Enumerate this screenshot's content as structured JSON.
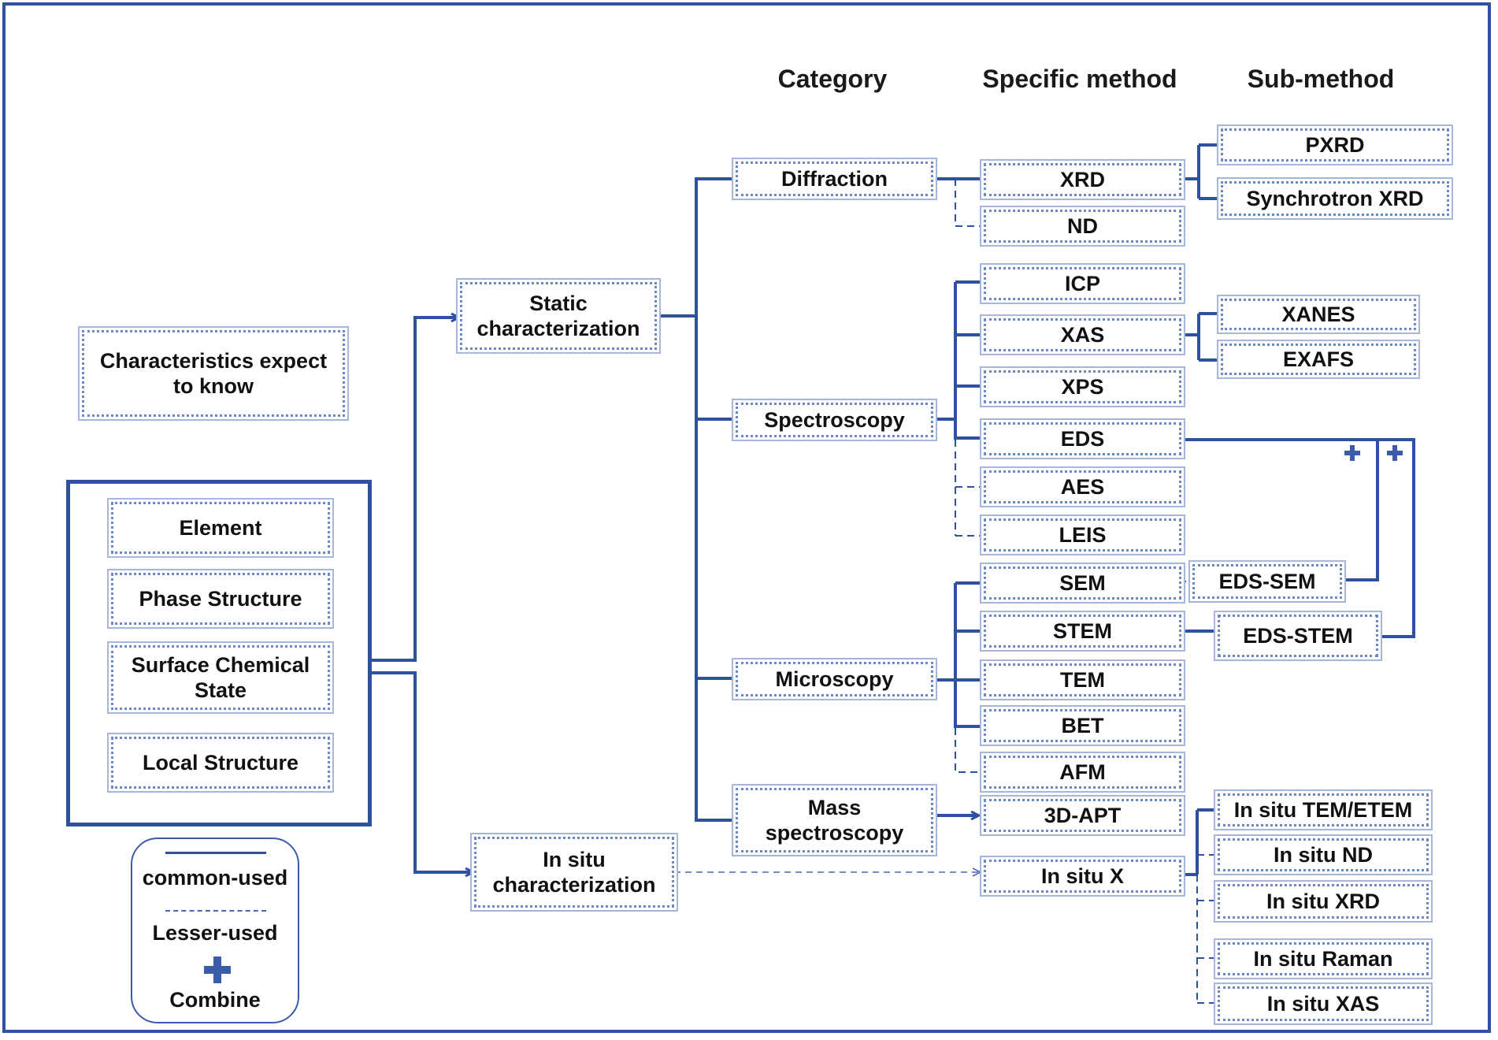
{
  "headers": {
    "category": "Category",
    "specific": "Specific method",
    "sub": "Sub-method"
  },
  "root": {
    "title": "Characteristics expect to know",
    "items": [
      "Element",
      "Phase Structure",
      "Surface Chemical State",
      "Local Structure"
    ]
  },
  "branches": {
    "static": "Static characterization",
    "insitu": "In situ characterization"
  },
  "categories": [
    "Diffraction",
    "Spectroscopy",
    "Microscopy",
    "Mass spectroscopy"
  ],
  "methods": {
    "diffraction": [
      "XRD",
      "ND"
    ],
    "spectroscopy": [
      "ICP",
      "XAS",
      "XPS",
      "EDS",
      "AES",
      "LEIS"
    ],
    "microscopy": [
      "SEM",
      "STEM",
      "TEM",
      "BET",
      "AFM"
    ],
    "mass": [
      "3D-APT"
    ],
    "insitu": [
      "In situ X"
    ]
  },
  "submethods": {
    "xrd": [
      "PXRD",
      "Synchrotron XRD"
    ],
    "xas": [
      "XANES",
      "EXAFS"
    ],
    "combined": [
      "EDS-SEM",
      "EDS-STEM"
    ],
    "insitu": [
      "In situ TEM/ETEM",
      "In situ ND",
      "In situ XRD",
      "In situ Raman",
      "In situ XAS"
    ]
  },
  "legend": {
    "common": "common-used",
    "lesser": "Lesser-used",
    "combine": "Combine"
  },
  "colors": {
    "line": "#2f52a0",
    "border": "#6d86c4",
    "text": "#111111"
  }
}
